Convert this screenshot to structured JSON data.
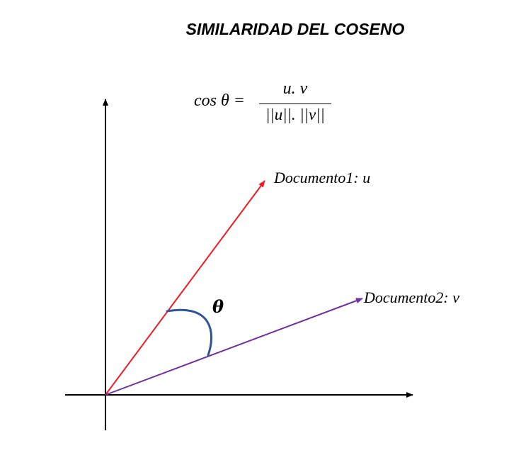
{
  "title": "SIMILARIDAD DEL COSENO",
  "formula": {
    "lhs": "cos θ =",
    "numerator": "u. v",
    "denominator": "||u||. ||v||"
  },
  "vectors": [
    {
      "label": "Documento1: u",
      "color": "#ee1c25"
    },
    {
      "label": "Documento2: v",
      "color": "#7030a0"
    }
  ],
  "angle": {
    "label": "θ",
    "arc_color": "#2f5597"
  },
  "axes_color": "#000000"
}
